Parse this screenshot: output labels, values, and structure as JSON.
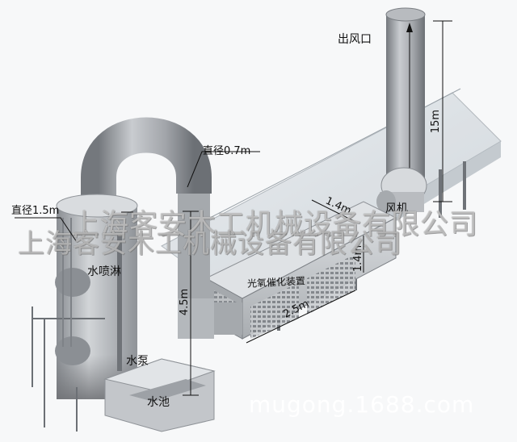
{
  "labels": {
    "outlet": "出风口",
    "fan": "风机",
    "diameter_small": "直径0.7m",
    "diameter_large": "直径1.5m",
    "spray": "水喷淋",
    "pump": "水泵",
    "pool": "水池",
    "device": "光氧催化装置"
  },
  "dimensions": {
    "stack_height": "15m",
    "tower_height": "4.5m",
    "device_length": "2.5m",
    "device_width": "1.4m",
    "device_height": "1.4m"
  },
  "watermark": {
    "company_1": "上海客安木工机械设备有限公司",
    "company_2": "上海客安木工机械设备有限公司",
    "website": "mugong.1688.com"
  },
  "colors": {
    "background": "#f7f8f9",
    "metal": "#a3a6ab",
    "metal_dark": "#6f7378",
    "glass": "#d4dbe0",
    "dimension_line": "#111111"
  }
}
